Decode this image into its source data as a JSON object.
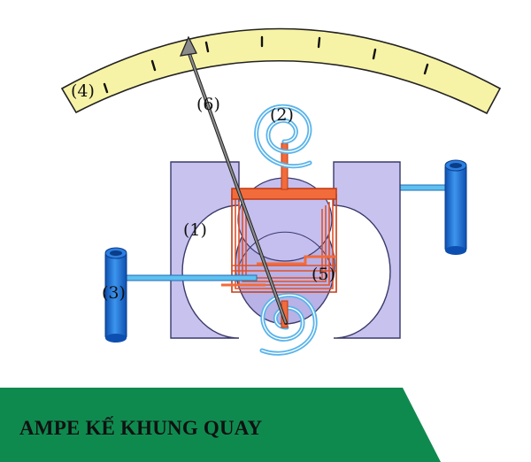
{
  "title": "AMPE KẾ KHUNG QUAY",
  "labels": {
    "magnet": "(1)",
    "spring_top": "(2)",
    "terminal_left": "(3)",
    "scale": "(4)",
    "coil": "(5)",
    "needle": "(6)"
  },
  "colors": {
    "scale_fill": "#f7f3a6",
    "magnet": "#c7c3ee",
    "drum": "#bdb6e8",
    "coil": "#f26b3a",
    "terminal": "#1a73d9",
    "spring": "#5ab4ea",
    "needle": "#8b8b8b",
    "banner": "#0f8a4f"
  }
}
